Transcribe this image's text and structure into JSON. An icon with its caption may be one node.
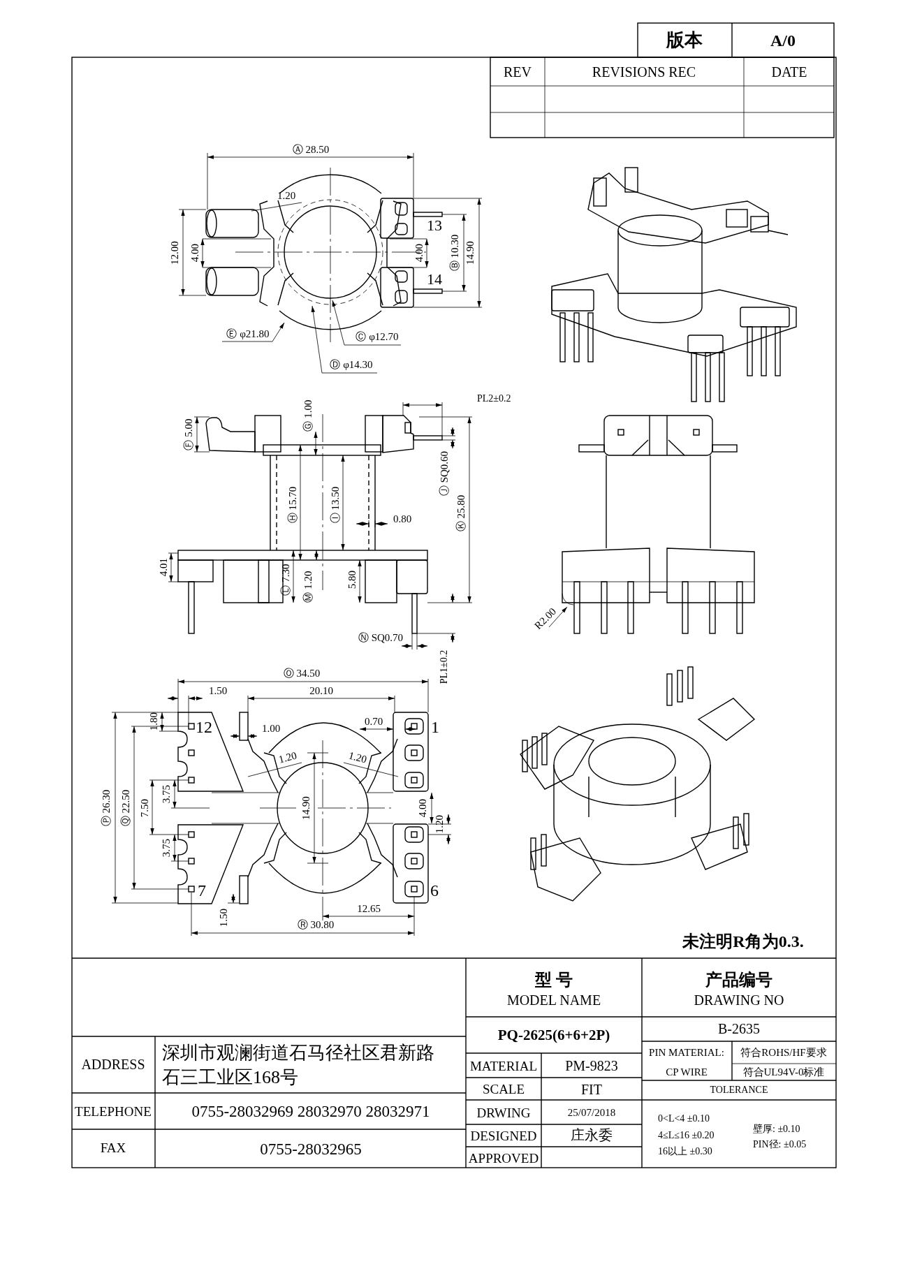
{
  "diagram": {
    "labels": [
      "版本",
      "A/0",
      "REV",
      "REVISIONS REC",
      "DATE",
      "Ⓐ 28.50",
      "1.20",
      "12.00",
      "4.00",
      "4.00",
      "13",
      "14",
      "Ⓑ 10.30",
      "14.90",
      "Ⓔ φ21.80",
      "Ⓒ φ12.70",
      "Ⓓ φ14.30",
      "PL2±0.2",
      "Ⓕ 5.00",
      "Ⓖ 1.00",
      "Ⓙ SQ0.60",
      "Ⓗ 15.70",
      "Ⓘ 13.50",
      "0.80",
      "Ⓚ 25.80",
      "4.01",
      "Ⓛ 7.30",
      "Ⓜ 1.20",
      "5.80",
      "Ⓝ SQ0.70",
      "PL1±0.2",
      "R2.00",
      "Ⓞ 34.50",
      "1.80",
      "1.50",
      "20.10",
      "12",
      "1.00",
      "0.70",
      "1",
      "1.20",
      "1.20",
      "Ⓟ 26.30",
      "Ⓠ 22.50",
      "7.50",
      "3.75",
      "14.90",
      "4.00",
      "3.75",
      "1.20",
      "7",
      "6",
      "12.65",
      "1.50",
      "Ⓡ 30.80",
      "未注明R角为0.3.",
      "型 号",
      "MODEL NAME",
      "产品编号",
      "DRAWING NO",
      "PQ-2625(6+6+2P)",
      "B-2635",
      "ADDRESS",
      "深圳市观澜街道石马径社区君新路石三工业区168号",
      "MATERIAL",
      "PM-9823",
      "PIN MATERIAL:",
      "符合ROHS/HF要求",
      "CP WIRE",
      "符合UL94V-0标准",
      "SCALE",
      "FIT",
      "TOLERANCE",
      "TELEPHONE",
      "0755-28032969 28032970 28032971",
      "DRWING",
      "25/07/2018",
      "0<L<4 ±0.10",
      "壁厚: ±0.10",
      "FAX",
      "0755-28032965",
      "DESIGNED",
      "庄永委",
      "4≤L≤16 ±0.20",
      "PIN径: ±0.05",
      "APPROVED",
      "16以上 ±0.30"
    ]
  }
}
